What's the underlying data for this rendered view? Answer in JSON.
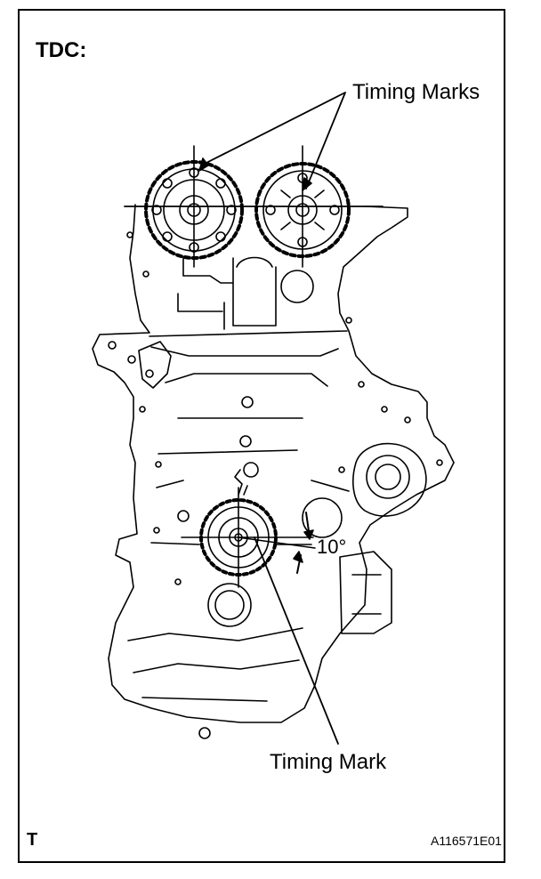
{
  "heading": "TDC:",
  "callouts": {
    "camshaft_marks": "Timing Marks",
    "crankshaft_mark": "Timing Mark",
    "angle": "10°"
  },
  "footer": {
    "corner_code": "T",
    "figure_id": "A116571E01"
  },
  "colors": {
    "line": "#000000",
    "background": "#ffffff"
  }
}
